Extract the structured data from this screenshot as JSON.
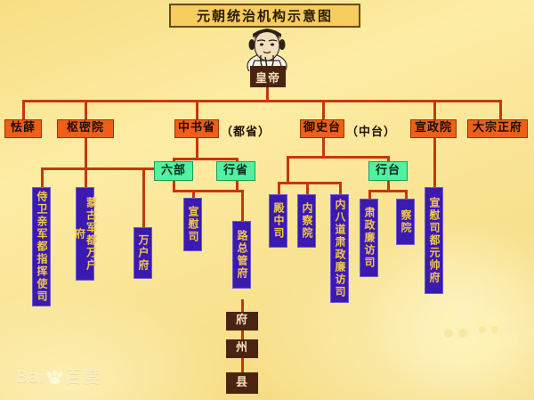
{
  "title": "元朝统治机构示意图",
  "watermark": {
    "text_left": "Bai",
    "text_right": "百度",
    "paw": "paw-icon"
  },
  "emperor": {
    "label": "皇帝",
    "figure": "emperor-portrait-icon"
  },
  "level1": [
    {
      "id": "qiexue",
      "label": "怯薛",
      "note": ""
    },
    {
      "id": "shumiyuan",
      "label": "枢密院",
      "note": ""
    },
    {
      "id": "zhongshusheng",
      "label": "中书省",
      "note": "（都省）"
    },
    {
      "id": "yushitai",
      "label": "御史台",
      "note": "（中台）"
    },
    {
      "id": "xuanzhengyuan",
      "label": "宣政院",
      "note": ""
    },
    {
      "id": "dazongzhengfu",
      "label": "大宗正府",
      "note": ""
    }
  ],
  "level2_green": [
    {
      "id": "liubu",
      "label": "六部"
    },
    {
      "id": "xingsheng",
      "label": "行省"
    },
    {
      "id": "xingtai",
      "label": "行台"
    }
  ],
  "military": [
    {
      "id": "shiweiqinjun",
      "label": "侍卫亲军都指挥使司"
    },
    {
      "id": "mengguwan",
      "label": "蒙古军都万户府"
    },
    {
      "id": "wanhufu",
      "label": "万户府"
    }
  ],
  "civil": [
    {
      "id": "xuanweisi",
      "label": "宣慰司"
    },
    {
      "id": "luzongguanfu",
      "label": "路总管府"
    }
  ],
  "censorate": [
    {
      "id": "dianzhongsi",
      "label": "殿中司"
    },
    {
      "id": "nachayuan",
      "label": "内察院"
    },
    {
      "id": "neibadao",
      "label": "内八道肃政廉访司"
    }
  ],
  "xingtai_children": [
    {
      "id": "sulianfang",
      "label": "肃政廉访司"
    },
    {
      "id": "chayuan",
      "label": "察院"
    }
  ],
  "xuanzheng_children": [
    {
      "id": "xuanweisidu",
      "label": "宣慰司都元帅府"
    }
  ],
  "local_chain": [
    {
      "id": "fu",
      "label": "府"
    },
    {
      "id": "zhou",
      "label": "州"
    },
    {
      "id": "xian",
      "label": "县"
    }
  ],
  "colors": {
    "background": "#f8e08a",
    "title_fill": "#f6cd5e",
    "title_border": "#6b4a12",
    "orange": "#ef5f18",
    "green": "#52f0a0",
    "purple": "#3a1ab0",
    "purple_text": "#f2c74a",
    "brown": "#4a2410",
    "connector": "#c4380a"
  }
}
